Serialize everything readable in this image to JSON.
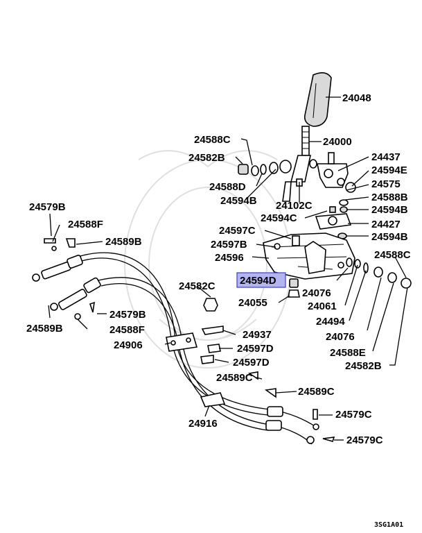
{
  "diagram_code": "3SG1A01",
  "highlight_color": "#b3b5f0",
  "highlighted_part": "24594D",
  "labels": {
    "p24048": "24048",
    "p24000": "24000",
    "p24588C_top": "24588C",
    "p24582B_top": "24582B",
    "p24588D": "24588D",
    "p24594B_a": "24594B",
    "p24437": "24437",
    "p24594E": "24594E",
    "p24575": "24575",
    "p24588B": "24588B",
    "p24594B_b": "24594B",
    "p24102C": "24102C",
    "p24594C": "24594C",
    "p24427": "24427",
    "p24594B_c": "24594B",
    "p24597C_top": "24597C",
    "p24597B": "24597B",
    "p24596": "24596",
    "p24588C_right": "24588C",
    "p24579B_top": "24579B",
    "p24588F_top": "24588F",
    "p24589B_top": "24589B",
    "p24594D": "24594D",
    "p24076_a": "24076",
    "p24582C": "24582C",
    "p24055": "24055",
    "p24061": "24061",
    "p24494": "24494",
    "p24076_b": "24076",
    "p24588E": "24588E",
    "p24582B_bot": "24582B",
    "p24579B_bot": "24579B",
    "p24589B_bot": "24589B",
    "p24588F_bot": "24588F",
    "p24937": "24937",
    "p24906": "24906",
    "p24597D_a": "24597D",
    "p24597D_b": "24597D",
    "p24589C_a": "24589C",
    "p24589C_b": "24589C",
    "p24916": "24916",
    "p24579C_a": "24579C",
    "p24579C_b": "24579C"
  }
}
